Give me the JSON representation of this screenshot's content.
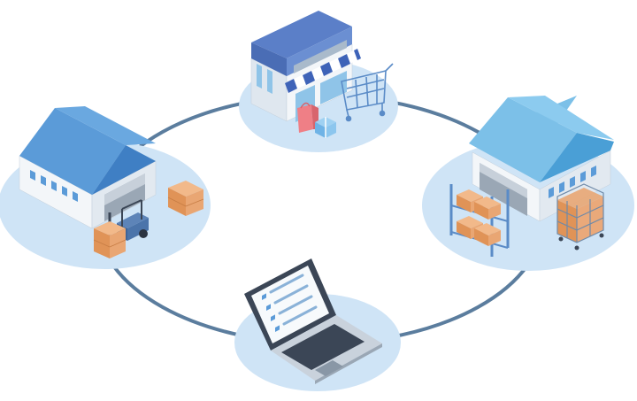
{
  "diagram": {
    "type": "supply-chain-cycle",
    "connector_color": "#5b7d9e",
    "platform_color": "#cfe4f6",
    "nodes": [
      {
        "id": "store",
        "icon": "retail-store-icon",
        "accessories": [
          "shopping-cart-icon",
          "shopping-bag-icon",
          "gift-box-icon"
        ]
      },
      {
        "id": "distribution-center",
        "icon": "warehouse-icon",
        "accessories": [
          "storage-rack-icon",
          "roll-cage-icon"
        ]
      },
      {
        "id": "computer",
        "icon": "laptop-icon",
        "accessories": [
          "checklist-icon"
        ]
      },
      {
        "id": "factory-warehouse",
        "icon": "warehouse-icon",
        "accessories": [
          "forklift-icon",
          "cardboard-box-icon"
        ]
      }
    ],
    "colors": {
      "roof": "#5b9bd8",
      "roof_light": "#7cc0e8",
      "wall": "#f3f6f9",
      "box": "#e9a673",
      "laptop_dark": "#3b4656"
    }
  }
}
